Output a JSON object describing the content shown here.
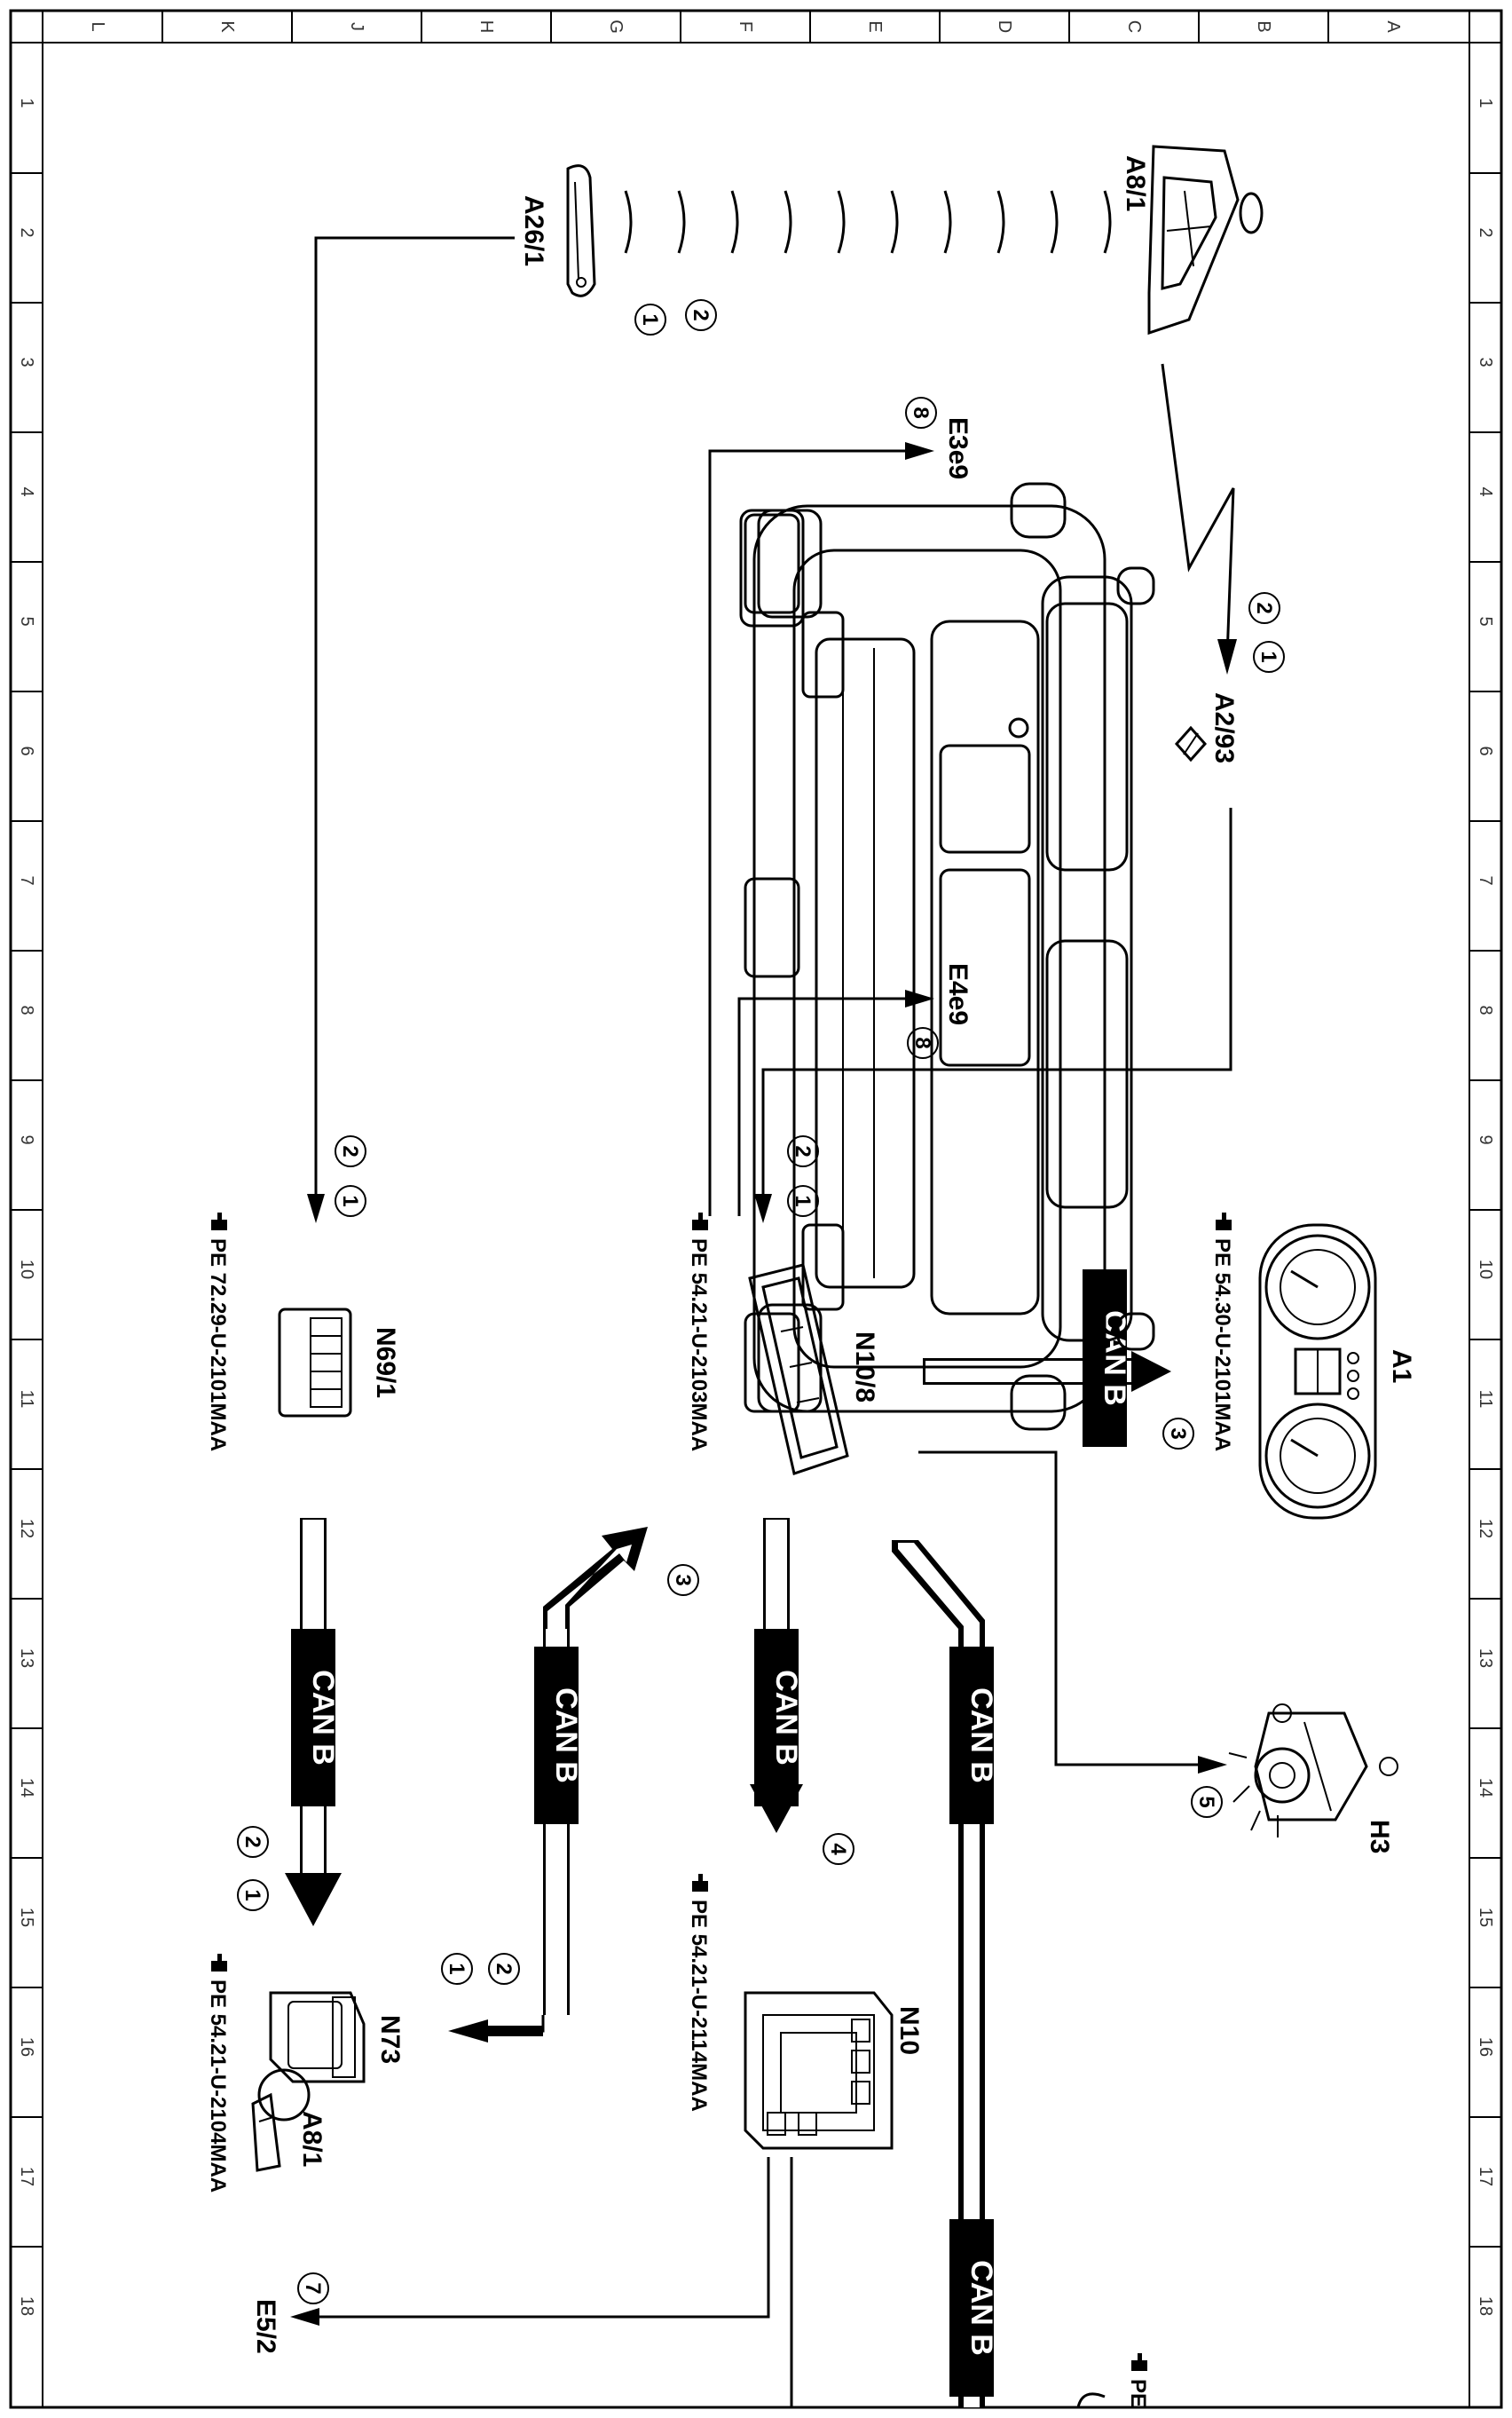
{
  "grid": {
    "columns": [
      "A",
      "B",
      "C",
      "D",
      "E",
      "F",
      "G",
      "H",
      "J",
      "K",
      "L"
    ],
    "rows": [
      "1",
      "2",
      "3",
      "4",
      "5",
      "6",
      "7",
      "8",
      "9",
      "10",
      "11",
      "12",
      "13",
      "14",
      "15",
      "16",
      "17",
      "18"
    ]
  },
  "components": {
    "a8_1_key": "A8/1",
    "a26_1": "A26/1",
    "a2_93": "A2/93",
    "e3e9": "E3e9",
    "e4e9": "E4e9",
    "a1": "A1",
    "n10_8": "N10/8",
    "n69_1": "N69/1",
    "h3": "H3",
    "n10": "N10",
    "n73": "N73",
    "a8_1_switch": "A8/1",
    "e5_2": "E5/2"
  },
  "refs": {
    "a1": "PE  54.30-U-2101MAA",
    "n10_8": "PE  54.21-U-2103MAA",
    "n69_1": "PE  72.29-U-2101MAA",
    "n10": "PE  54.21-U-2114MAA",
    "n73": "PE  54.21-U-2104MAA",
    "cut": "PE"
  },
  "bus_label": "CAN B",
  "steps": {
    "s1": "1",
    "s2": "2",
    "s3": "3",
    "s4": "4",
    "s5": "5",
    "s7": "7",
    "s8": "8"
  },
  "colors": {
    "line": "#000000",
    "bus_fill": "#ffffff",
    "label_bg": "#000000"
  }
}
